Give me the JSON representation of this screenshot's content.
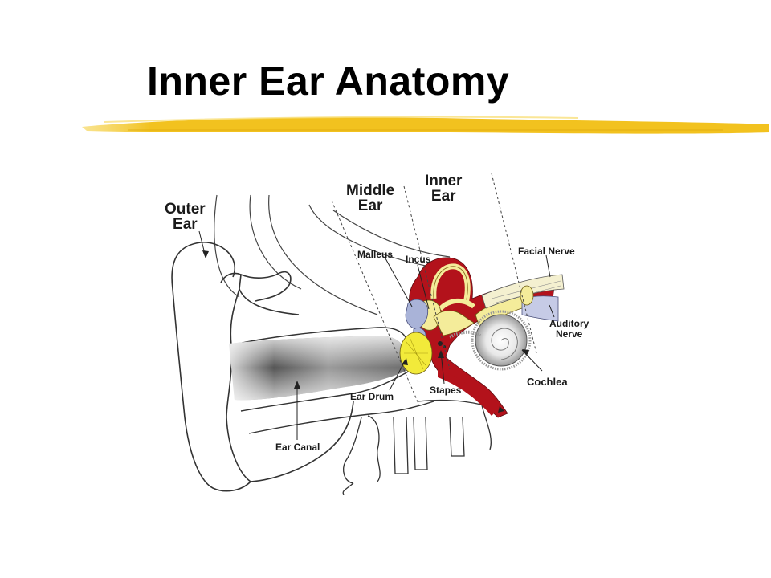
{
  "slide": {
    "title": "Inner Ear Anatomy",
    "highlight_color": "#f2c21f"
  },
  "diagram": {
    "regions": {
      "outer": [
        "Outer",
        "Ear"
      ],
      "middle": [
        "Middle",
        "Ear"
      ],
      "inner": [
        "Inner",
        "Ear"
      ]
    },
    "parts": {
      "malleus": "Malleus",
      "incus": "Incus",
      "facial_nerve": "Facial Nerve",
      "auditory_nerve": [
        "Auditory",
        "Nerve"
      ],
      "cochlea": "Cochlea",
      "stapes": "Stapes",
      "ear_drum": "Ear Drum",
      "ear_canal": "Ear Canal"
    },
    "colors": {
      "tissue_red": "#b3121b",
      "ossicle_yellow": "#f4ec9a",
      "ear_drum_yellow": "#f2ea3a",
      "nerve_blue": "#a9b3d8",
      "canal_gray": "#8a8a8a"
    }
  }
}
